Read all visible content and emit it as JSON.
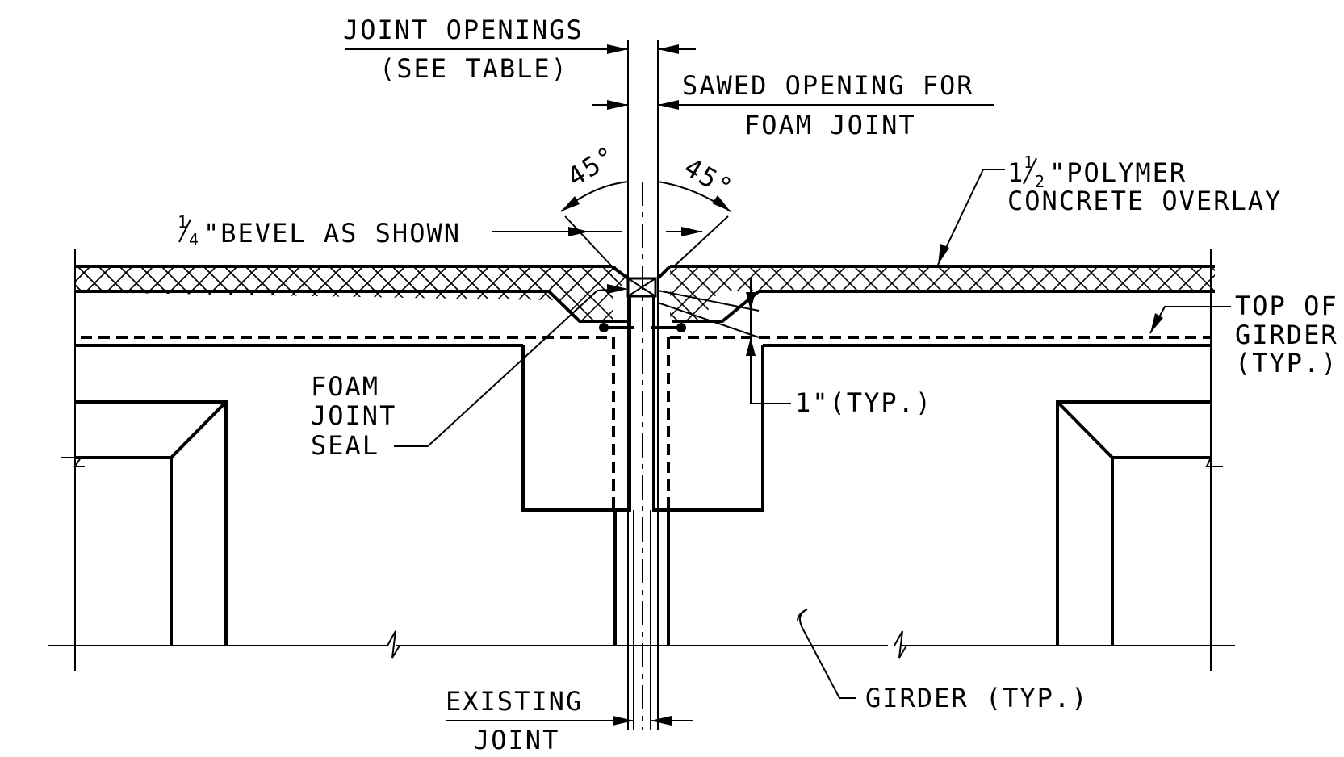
{
  "labels": {
    "joint_openings": "JOINT OPENINGS",
    "see_table": "(SEE TABLE)",
    "sawed_opening": "SAWED OPENING FOR",
    "foam_joint": "FOAM JOINT",
    "angle_left": "45°",
    "angle_right": "45°",
    "bevel_sup": "1",
    "bevel_sub": "4",
    "bevel_text": "\"BEVEL AS SHOWN",
    "overlay_sup": "1",
    "overlay_frac_num": "1",
    "overlay_frac_den": "2",
    "overlay_line1": "\"POLYMER",
    "overlay_line2": "CONCRETE OVERLAY",
    "top_of": "TOP OF",
    "girder": "GIRDER",
    "typ": "(TYP.)",
    "foam": "FOAM",
    "joint": "JOINT",
    "seal": "SEAL",
    "one_inch": "1\"(TYP.)",
    "existing": "EXISTING",
    "existing_joint": "JOINT",
    "girder_typ": "GIRDER (TYP.)"
  }
}
